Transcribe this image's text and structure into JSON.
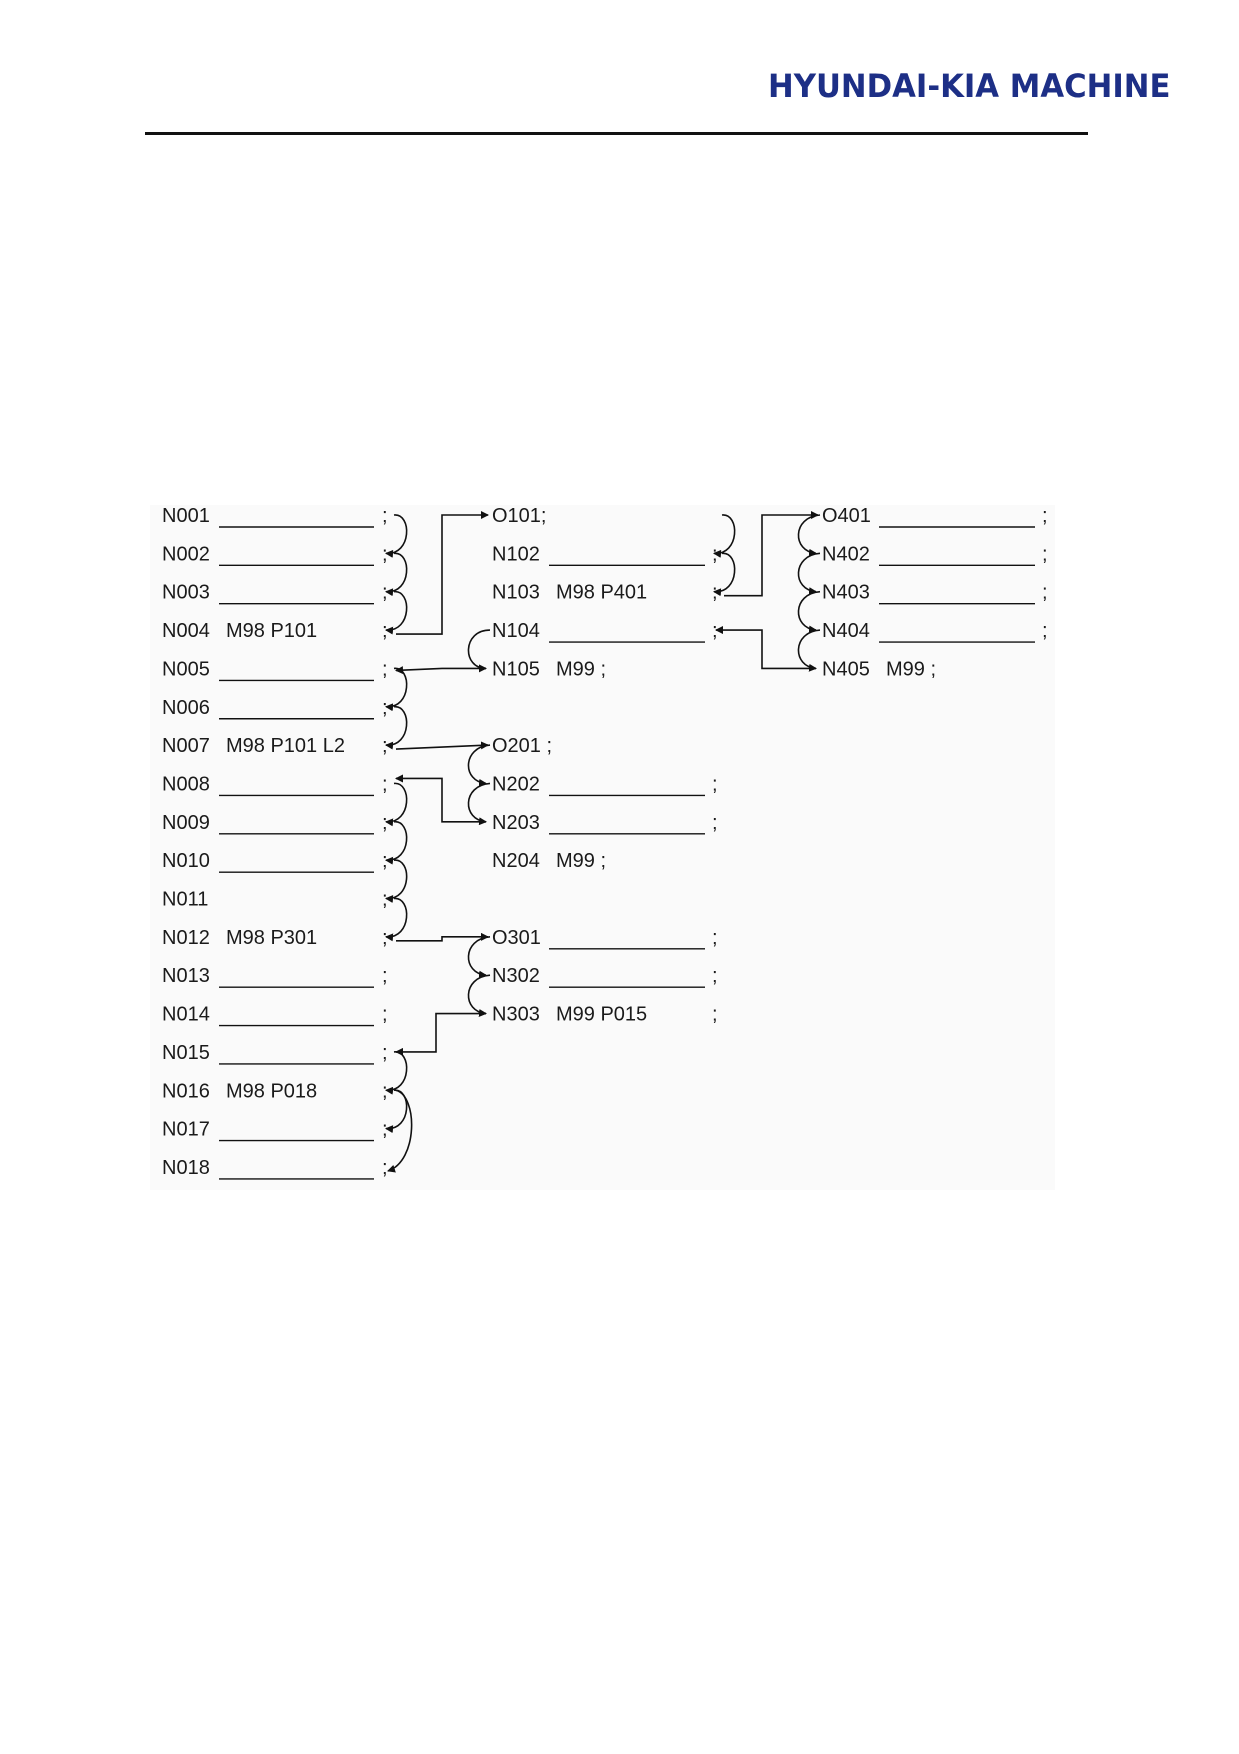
{
  "header": {
    "logo_text": "HYUNDAI-KIA MACHINE",
    "brand_color": "#1d2f86"
  },
  "main_program": [
    {
      "id": "N001",
      "code": "",
      "blank": true
    },
    {
      "id": "N002",
      "code": "",
      "blank": true
    },
    {
      "id": "N003",
      "code": "",
      "blank": true
    },
    {
      "id": "N004",
      "code": "M98  P101",
      "blank": false
    },
    {
      "id": "N005",
      "code": "",
      "blank": true
    },
    {
      "id": "N006",
      "code": "",
      "blank": true
    },
    {
      "id": "N007",
      "code": "M98  P101  L2",
      "blank": false
    },
    {
      "id": "N008",
      "code": "",
      "blank": true
    },
    {
      "id": "N009",
      "code": "",
      "blank": true
    },
    {
      "id": "N010",
      "code": "",
      "blank": true
    },
    {
      "id": "N011",
      "code": "",
      "blank": false
    },
    {
      "id": "N012",
      "code": "M98  P301",
      "blank": false
    },
    {
      "id": "N013",
      "code": "",
      "blank": true
    },
    {
      "id": "N014",
      "code": "",
      "blank": true
    },
    {
      "id": "N015",
      "code": "",
      "blank": true
    },
    {
      "id": "N016",
      "code": "M98  P018",
      "blank": false
    },
    {
      "id": "N017",
      "code": "",
      "blank": true
    },
    {
      "id": "N018",
      "code": "",
      "blank": true
    }
  ],
  "subprogram_o101": [
    {
      "id": "O101;",
      "code": "",
      "blank": false,
      "semicolon": false
    },
    {
      "id": "N102",
      "code": "",
      "blank": true,
      "semicolon": true
    },
    {
      "id": "N103",
      "code": "M98  P401",
      "blank": false,
      "semicolon": true
    },
    {
      "id": "N104",
      "code": "",
      "blank": true,
      "semicolon": true
    },
    {
      "id": "N105",
      "code": "M99 ;",
      "blank": false,
      "semicolon": false
    }
  ],
  "subprogram_o201": [
    {
      "id": "O201 ;",
      "code": "",
      "blank": false,
      "semicolon": false
    },
    {
      "id": "N202",
      "code": "",
      "blank": true,
      "semicolon": true
    },
    {
      "id": "N203",
      "code": "",
      "blank": true,
      "semicolon": true
    },
    {
      "id": "N204",
      "code": "M99 ;",
      "blank": false,
      "semicolon": false
    }
  ],
  "subprogram_o301": [
    {
      "id": "O301",
      "code": "",
      "blank": true,
      "semicolon": true
    },
    {
      "id": "N302",
      "code": "",
      "blank": true,
      "semicolon": true
    },
    {
      "id": "N303",
      "code": "M99  P015",
      "blank": false,
      "semicolon": true
    }
  ],
  "subprogram_o401": [
    {
      "id": "O401",
      "code": "",
      "blank": true,
      "semicolon": true
    },
    {
      "id": "N402",
      "code": "",
      "blank": true,
      "semicolon": true
    },
    {
      "id": "N403",
      "code": "",
      "blank": true,
      "semicolon": true
    },
    {
      "id": "N404",
      "code": "",
      "blank": true,
      "semicolon": true
    },
    {
      "id": "N405",
      "code": "M99 ;",
      "blank": false,
      "semicolon": false
    }
  ],
  "semicolon": ";"
}
